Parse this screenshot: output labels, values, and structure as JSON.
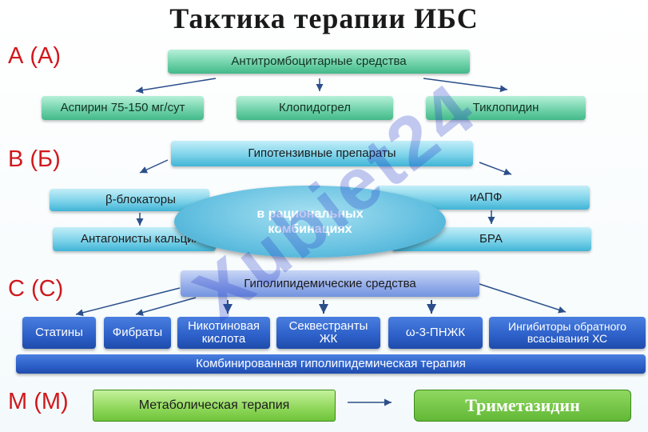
{
  "title": "Тактика терапии ИБС",
  "watermark": "Xubiet24",
  "sections": {
    "a": {
      "label": "А (А)",
      "header": "Антитромбоцитарные средства",
      "items": [
        "Аспирин 75-150 мг/сут",
        "Клопидогрел",
        "Тиклопидин"
      ]
    },
    "b": {
      "label": "В (Б)",
      "header": "Гипотензивные препараты",
      "items": [
        "β-блокаторы",
        "иАПФ",
        "Антагонисты кальция",
        "БРА"
      ],
      "oval": "в рациональных комбинациях"
    },
    "c": {
      "label": "С (С)",
      "header": "Гиполипидемические средства",
      "items": [
        "Статины",
        "Фибраты",
        "Никотиновая кислота",
        "Секвестранты ЖК",
        "ω-3-ПНЖК",
        "Ингибиторы обратного всасывания ХС"
      ],
      "combined": "Комбинированная гиполипидемическая терапия"
    },
    "m": {
      "label": "М (М)",
      "left": "Метаболическая терапия",
      "right": "Триметазидин"
    }
  },
  "colors": {
    "section_label": "#d0181c",
    "green": "#5cc89c",
    "cyan": "#6ccbe6",
    "blue": "#2c5fc8",
    "light_blue": "#93acea",
    "metabolic_green": "#8ed65a",
    "watermark": "#3c50c8"
  }
}
